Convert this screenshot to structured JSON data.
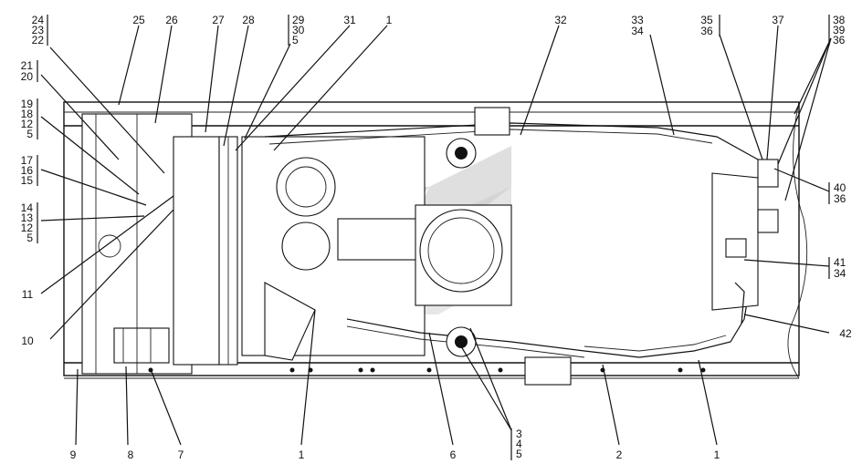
{
  "callouts": {
    "top": [
      {
        "id": "t1",
        "lines": [
          "24",
          "23",
          "22"
        ]
      },
      {
        "id": "t2",
        "lines": [
          "25"
        ]
      },
      {
        "id": "t3",
        "lines": [
          "26"
        ]
      },
      {
        "id": "t4",
        "lines": [
          "27"
        ]
      },
      {
        "id": "t5",
        "lines": [
          "28"
        ]
      },
      {
        "id": "t6",
        "lines": [
          "29",
          "30",
          "5"
        ]
      },
      {
        "id": "t7",
        "lines": [
          "31"
        ]
      },
      {
        "id": "t8",
        "lines": [
          "1"
        ]
      },
      {
        "id": "t9",
        "lines": [
          "32"
        ]
      },
      {
        "id": "t10",
        "lines": [
          "33",
          "34"
        ]
      },
      {
        "id": "t11",
        "lines": [
          "35",
          "36"
        ]
      },
      {
        "id": "t12",
        "lines": [
          "37"
        ]
      },
      {
        "id": "t13",
        "lines": [
          "38",
          "39",
          "36"
        ]
      }
    ],
    "left": [
      {
        "id": "l1",
        "lines": [
          "21",
          "20"
        ]
      },
      {
        "id": "l2",
        "lines": [
          "19",
          "18",
          "12",
          "5"
        ]
      },
      {
        "id": "l3",
        "lines": [
          "17",
          "16",
          "15"
        ]
      },
      {
        "id": "l4",
        "lines": [
          "14",
          "13",
          "12",
          "5"
        ]
      },
      {
        "id": "l5",
        "lines": [
          "11"
        ]
      },
      {
        "id": "l6",
        "lines": [
          "10"
        ]
      }
    ],
    "right": [
      {
        "id": "r1",
        "lines": [
          "40",
          "36"
        ]
      },
      {
        "id": "r2",
        "lines": [
          "41",
          "34"
        ]
      },
      {
        "id": "r3",
        "lines": [
          "42"
        ]
      }
    ],
    "bottom": [
      {
        "id": "b1",
        "lines": [
          "9"
        ]
      },
      {
        "id": "b2",
        "lines": [
          "8"
        ]
      },
      {
        "id": "b3",
        "lines": [
          "7"
        ]
      },
      {
        "id": "b4",
        "lines": [
          "1"
        ]
      },
      {
        "id": "b5",
        "lines": [
          "6"
        ]
      },
      {
        "id": "b6",
        "lines": [
          "3",
          "4",
          "5"
        ]
      },
      {
        "id": "b7",
        "lines": [
          "2"
        ]
      },
      {
        "id": "b8",
        "lines": [
          "1"
        ]
      }
    ]
  }
}
